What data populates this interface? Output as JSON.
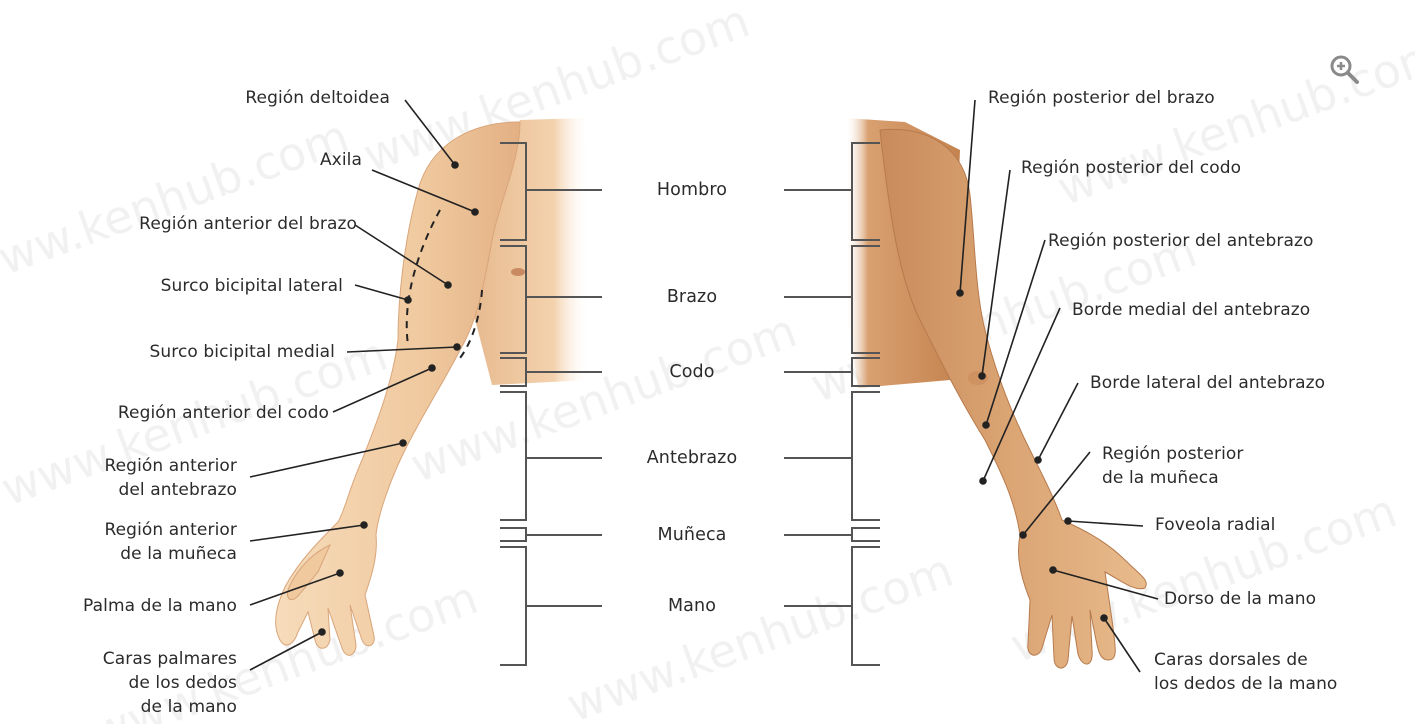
{
  "left_labels": {
    "deltoid": "Región deltoidea",
    "axilla": "Axila",
    "anterior_arm": "Región anterior del brazo",
    "lateral_bicipital": "Surco bicipital lateral",
    "medial_bicipital": "Surco bicipital medial",
    "anterior_elbow": "Región anterior del codo",
    "anterior_forearm": [
      "Región anterior",
      "del antebrazo"
    ],
    "anterior_wrist": [
      "Región anterior",
      "de la muñeca"
    ],
    "palm": "Palma de la mano",
    "palmar_fingers": [
      "Caras palmares",
      "de los dedos",
      "de la mano"
    ]
  },
  "center_labels": {
    "shoulder": "Hombro",
    "arm": "Brazo",
    "elbow": "Codo",
    "forearm": "Antebrazo",
    "wrist": "Muñeca",
    "hand": "Mano"
  },
  "right_labels": {
    "posterior_arm": "Región posterior del brazo",
    "posterior_elbow": "Región posterior del codo",
    "posterior_forearm": "Región posterior del antebrazo",
    "medial_border": "Borde medial del antebrazo",
    "lateral_border": "Borde lateral del antebrazo",
    "posterior_wrist": [
      "Región posterior",
      "de la muñeca"
    ],
    "radial_fossa": "Foveola radial",
    "dorsum_hand": "Dorso de la mano",
    "dorsal_fingers": [
      "Caras dorsales de",
      "los dedos de la mano"
    ]
  },
  "watermark": "www.kenhub.com",
  "zoom_icon": "zoom-in-icon",
  "colors": {
    "skin_light": "#f3cfa6",
    "skin_mid": "#e8b88a",
    "skin_dark": "#c98a5a",
    "posterior_skin": "#d9a273",
    "line": "#2b2b2b",
    "bracket": "#5c5c5c",
    "watermark": "#e4e4e4"
  }
}
